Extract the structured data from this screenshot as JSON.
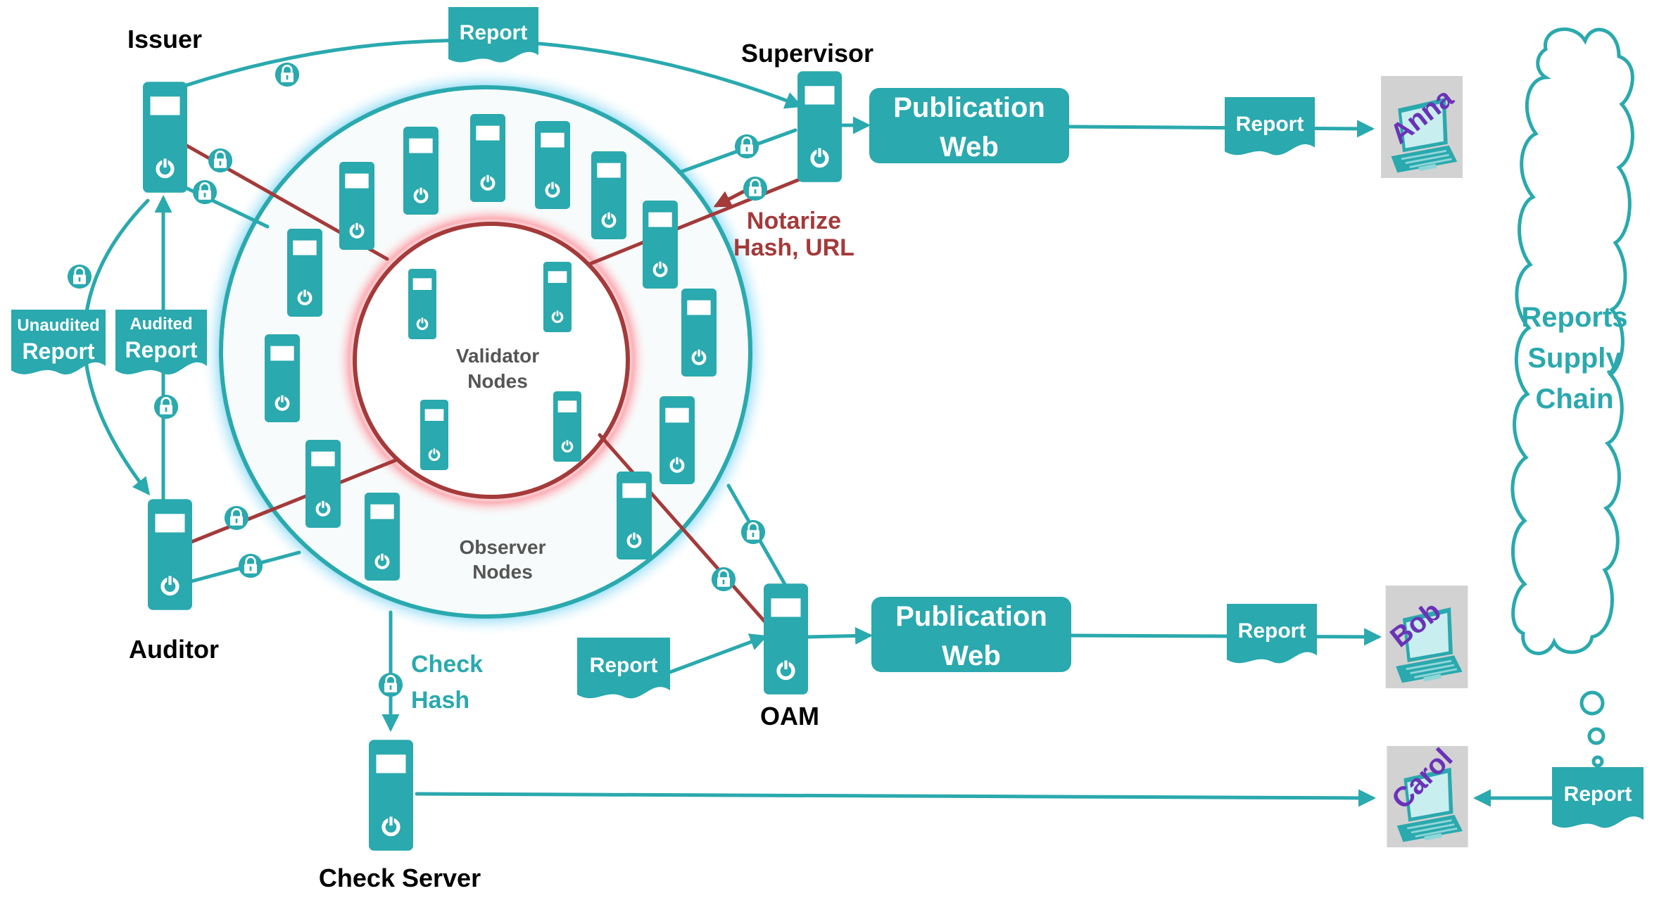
{
  "actors": {
    "issuer": "Issuer",
    "supervisor": "Supervisor",
    "auditor": "Auditor",
    "oam": "OAM",
    "check_server": "Check Server"
  },
  "reports": {
    "issuer_to_supervisor": "Report",
    "unaudited_top": "Unaudited",
    "unaudited_bottom": "Report",
    "audited_top": "Audited",
    "audited_bottom": "Report",
    "web_to_anna": "Report",
    "into_oam": "Report",
    "web_to_bob": "Report",
    "to_carol": "Report"
  },
  "publication_web": {
    "line1": "Publication",
    "line2": "Web"
  },
  "network": {
    "validator_line1": "Validator",
    "validator_line2": "Nodes",
    "observer_line1": "Observer",
    "observer_line2": "Nodes"
  },
  "notarize": {
    "line1": "Notarize",
    "line2": "Hash, URL"
  },
  "check_hash": {
    "line1": "Check",
    "line2": "Hash"
  },
  "users": {
    "anna": "Anna",
    "bob": "Bob",
    "carol": "Carol"
  },
  "cloud": {
    "line1": "Reports",
    "line2": "Supply",
    "line3": "Chain"
  },
  "colors": {
    "teal": "#2aa9ae",
    "dark_red": "#a43a3a",
    "purple": "#6a32b8"
  }
}
